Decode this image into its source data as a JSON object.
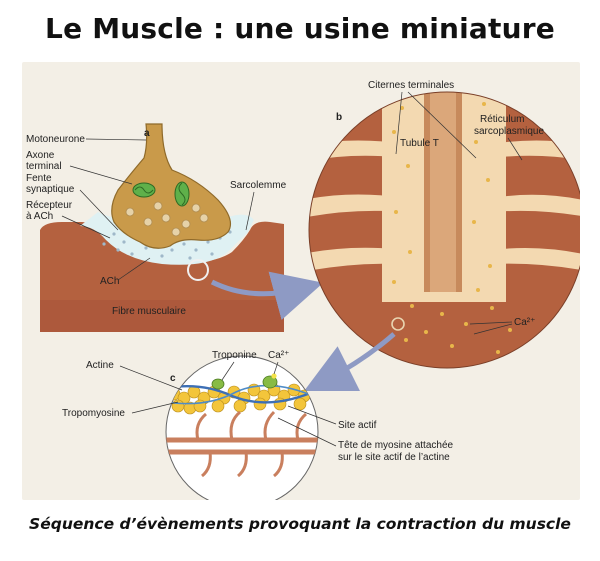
{
  "title": "Le Muscle : une usine miniature",
  "caption": "Séquence d’évènements provoquant la contraction du muscle",
  "panels": {
    "a": "a",
    "b": "b",
    "c": "c"
  },
  "panel_a": {
    "motoneurone": "Motoneurone",
    "axone_1": "Axone",
    "axone_2": "terminal",
    "fente_1": "Fente",
    "fente_2": "synaptique",
    "recepteur_1": "Récepteur",
    "recepteur_2": "à ACh",
    "sarcolemme": "Sarcolemme",
    "ach": "ACh",
    "fibre": "Fibre musculaire"
  },
  "panel_b": {
    "citernes": "Citernes terminales",
    "reticulum_1": "Réticulum",
    "reticulum_2": "sarcoplasmique",
    "tubule": "Tubule T",
    "ca": "Ca²⁺"
  },
  "panel_c": {
    "actine": "Actine",
    "troponine": "Troponine",
    "ca": "Ca²⁺",
    "tropomyosine": "Tropomyosine",
    "site_actif": "Site actif",
    "tete_1": "Tête de myosine attachée",
    "tete_2": "sur le site actif de l’actine"
  },
  "colors": {
    "muscle": "#b4613f",
    "neuron": "#c99a4a",
    "cleft": "#dff1f3",
    "reticulum": "#f3d9b1",
    "actin": "#f3c53b",
    "tropomyosin": "#3d6fb5",
    "myosin": "#c97f5e",
    "arrow": "#8e9ac4"
  }
}
